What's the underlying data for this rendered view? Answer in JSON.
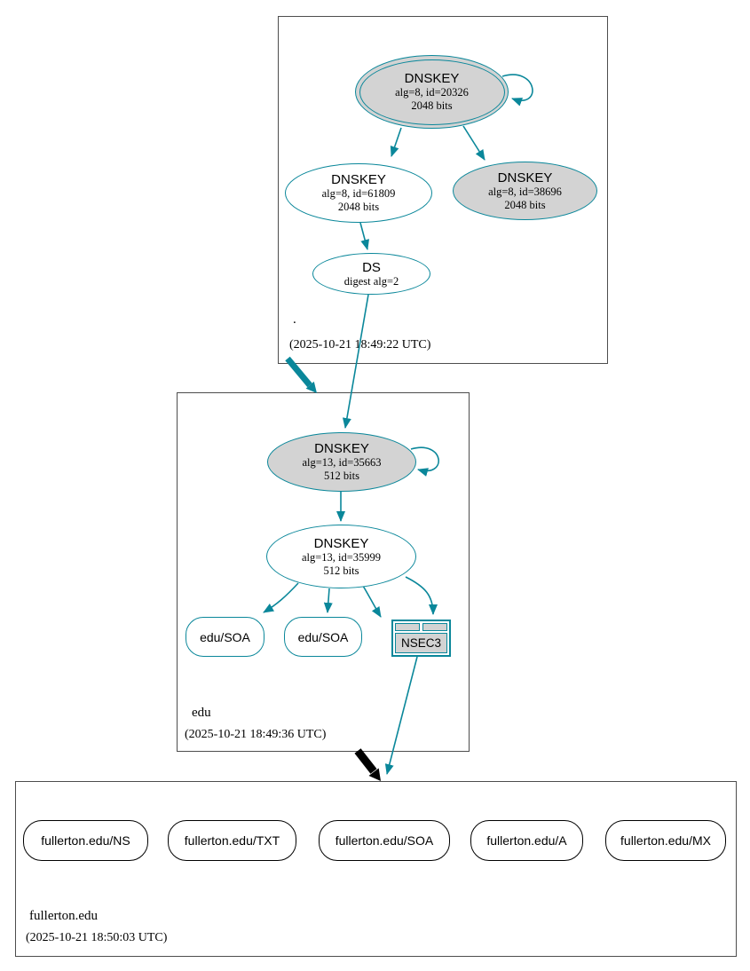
{
  "colors": {
    "secure_teal": "#0a879a",
    "insecure_black": "#000000",
    "node_fill_gray": "#d3d3d3",
    "zone_box_border": "#4d4d4d"
  },
  "root_zone": {
    "label": ".",
    "timestamp": "(2025-10-21 18:49:22 UTC)",
    "ksk": {
      "title": "DNSKEY",
      "detail1": "alg=8, id=20326",
      "detail2": "2048 bits"
    },
    "zsk": {
      "title": "DNSKEY",
      "detail1": "alg=8, id=61809",
      "detail2": "2048 bits"
    },
    "dnskey_38696": {
      "title": "DNSKEY",
      "detail1": "alg=8, id=38696",
      "detail2": "2048 bits"
    },
    "ds": {
      "title": "DS",
      "detail1": "digest alg=2"
    }
  },
  "edu_zone": {
    "label": "edu",
    "timestamp": "(2025-10-21 18:49:36 UTC)",
    "ksk": {
      "title": "DNSKEY",
      "detail1": "alg=13, id=35663",
      "detail2": "512 bits"
    },
    "zsk": {
      "title": "DNSKEY",
      "detail1": "alg=13, id=35999",
      "detail2": "512 bits"
    },
    "soa1": "edu/SOA",
    "soa2": "edu/SOA",
    "nsec3": "NSEC3"
  },
  "fullerton_zone": {
    "label": "fullerton.edu",
    "timestamp": "(2025-10-21 18:50:03 UTC)",
    "rrsets": [
      "fullerton.edu/NS",
      "fullerton.edu/TXT",
      "fullerton.edu/SOA",
      "fullerton.edu/A",
      "fullerton.edu/MX"
    ]
  }
}
